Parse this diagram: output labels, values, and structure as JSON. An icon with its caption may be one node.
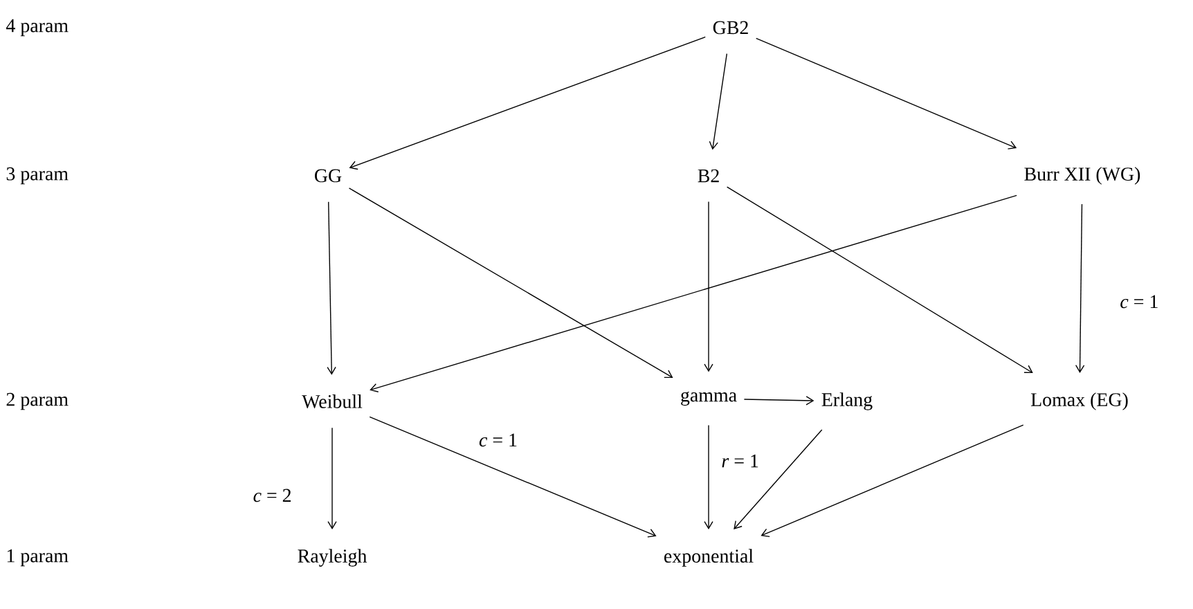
{
  "diagram": {
    "nodes": [
      {
        "text": [
          "GB2"
        ]
      },
      {
        "text": [
          "GG"
        ]
      },
      {
        "text": [
          "B2"
        ]
      },
      {
        "text": [
          "Burr XII (WG)"
        ]
      },
      {
        "text": [
          "Weibull"
        ]
      },
      {
        "text": [
          "gamma"
        ]
      },
      {
        "text": [
          "Erlang"
        ]
      },
      {
        "text": [
          "Lomax (EG)"
        ]
      },
      {
        "text": [
          "Rayleigh"
        ]
      },
      {
        "text": [
          "exponential"
        ]
      }
    ],
    "edges": [
      {
        "from": 0,
        "to": 1,
        "arrow": "to"
      },
      {
        "from": 0,
        "to": 2,
        "arrow": "to"
      },
      {
        "from": 0,
        "to": 3,
        "arrow": "to"
      },
      {
        "from": 1,
        "to": 4,
        "arrow": "to"
      },
      {
        "from": 1,
        "to": 5,
        "arrow": "to"
      },
      {
        "from": 2,
        "to": 5,
        "arrow": "to"
      },
      {
        "from": 2,
        "to": 7,
        "arrow": "to"
      },
      {
        "from": 3,
        "to": 4,
        "arrow": "to"
      },
      {
        "from": 3,
        "to": 7,
        "arrow": "to",
        "label": "*c* = 1"
      },
      {
        "from": 5,
        "to": 6,
        "arrow": "to"
      },
      {
        "from": 4,
        "to": 8,
        "arrow": "to",
        "label": "*c* = 2"
      },
      {
        "from": 4,
        "to": 9,
        "arrow": "to",
        "label": "*c* = 1"
      },
      {
        "from": 5,
        "to": 9,
        "arrow": "to",
        "label": "*r* = 1"
      },
      {
        "from": 6,
        "to": 9,
        "arrow": "to"
      },
      {
        "from": 7,
        "to": 9,
        "arrow": "to"
      }
    ],
    "labels": [
      "4 param",
      "3 param",
      "2 param",
      "1 param"
    ]
  }
}
